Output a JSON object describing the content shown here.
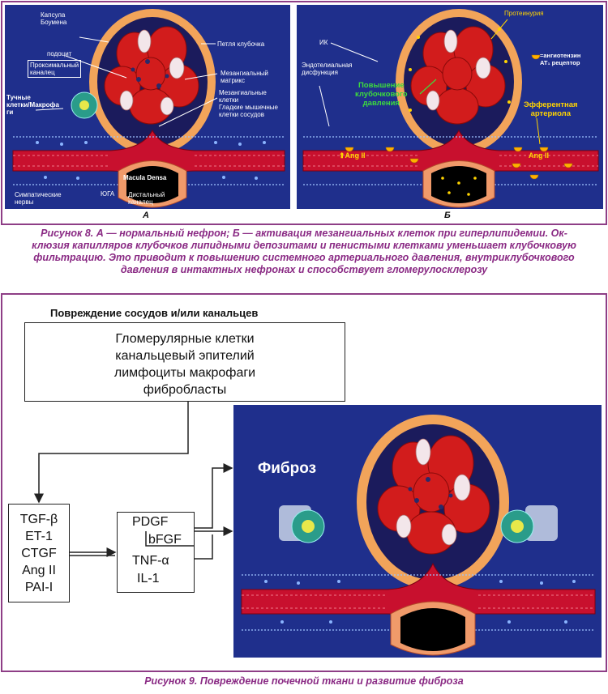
{
  "figure8": {
    "panel_a": {
      "letter": "А",
      "labels": {
        "capsule": [
          "Капсула",
          "Боумена"
        ],
        "podocyte": "подоцит",
        "proximal": [
          "Проксимальный",
          "каналец"
        ],
        "mast": [
          "Тучные",
          "клетки/Макрофа",
          "ги"
        ],
        "loop": "Петля клубочка",
        "matrix": [
          "Мезангиальный",
          "матрикс"
        ],
        "mesangial": [
          "Мезангиальные",
          "клетки",
          "Гладкие мышечные",
          "клетки сосудов"
        ],
        "sympathetic": [
          "Симпатические",
          "нервы"
        ],
        "uga": "ЮГА",
        "macula": "Macula Densa",
        "distal": [
          "Дистальный",
          "каналец"
        ]
      }
    },
    "panel_b": {
      "letter": "Б",
      "labels": {
        "proteinuria": "Протеинурия",
        "ik": "ИК",
        "endothelial": [
          "Эндотелиальная",
          "дисфункция"
        ],
        "pressure": [
          "Повышение",
          "клубочкового",
          "давления"
        ],
        "angiotensin": [
          "=ангиотензин",
          "AT₁ рецептор"
        ],
        "efferent": [
          "Эфферентная",
          "артериола"
        ],
        "ang_left": "Ang II",
        "ang_right": "Ang II"
      }
    },
    "caption": [
      "Рисунок 8. А — нормальный нефрон; Б — активация мезангиальных клеток при гиперлипидемии. Ок-",
      "клюзия капилляров клубочков липидными депозитами и пенистыми клетками уменьшает клубочковую",
      "фильтрацию. Это приводит к повышению системного артериального давления, внутриклубочкового",
      "давления в интактных нефронах и способствует гломерулосклерозу"
    ]
  },
  "figure9": {
    "heading": "Повреждение сосудов и/или канальцев",
    "cells_box": [
      "Гломерулярные клетки",
      "канальцевый эпителий",
      "лимфоциты макрофаги",
      "фибробласты"
    ],
    "factors_box": [
      "TGF-β",
      "ET-1",
      "CTGF",
      "Ang II",
      "PAI-I"
    ],
    "growth_box": {
      "top": "PDGF",
      "mid": "bFGF",
      "rest": [
        "TNF-α",
        "IL-1"
      ]
    },
    "fibrosis_label": "Фиброз",
    "caption": "Рисунок 9. Повреждение почечной ткани и развитие фиброза"
  },
  "colors": {
    "frame": "#8e3e86",
    "caption": "#8a2a84",
    "panel_bg": "#1f2f8c",
    "vessel": "#c8102e",
    "capsule": "#e07a2a",
    "green_label": "#3ddc3d",
    "yellow_label": "#ffd400"
  }
}
